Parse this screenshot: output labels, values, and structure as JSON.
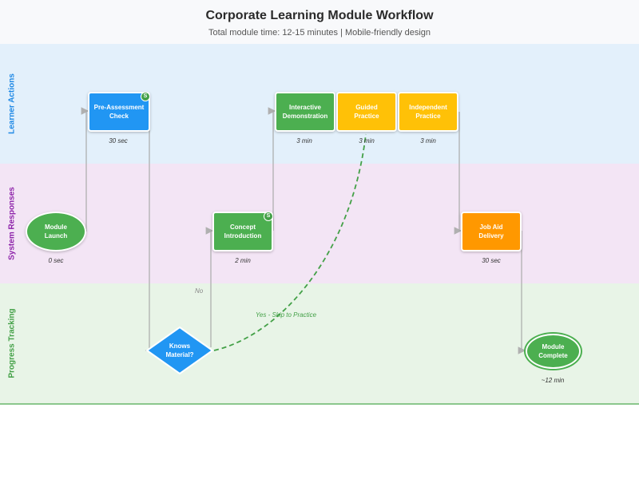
{
  "header": {
    "title": "Corporate Learning Module Workflow",
    "subtitle": "Total module time: 12-15 minutes | Mobile-friendly design"
  },
  "lanes": {
    "learner": "Learner Actions",
    "system": "System Responses",
    "progress": "Progress Tracking"
  },
  "nodes": {
    "pre_assessment": {
      "label_1": "Pre-Assessment",
      "label_2": "Check",
      "time": "30 sec",
      "badge": "S"
    },
    "interactive_demo": {
      "label_1": "Interactive",
      "label_2": "Demonstration",
      "time": "3 min"
    },
    "guided_practice": {
      "label_1": "Guided",
      "label_2": "Practice",
      "time": "3 min"
    },
    "independent_practice": {
      "label_1": "Independent",
      "label_2": "Practice",
      "time": "3 min"
    },
    "module_launch": {
      "label_1": "Module",
      "label_2": "Launch",
      "time": "0 sec"
    },
    "concept_intro": {
      "label_1": "Concept",
      "label_2": "Introduction",
      "time": "2 min",
      "badge": "S"
    },
    "job_aid": {
      "label_1": "Job Aid",
      "label_2": "Delivery",
      "time": "30 sec"
    },
    "knows_material": {
      "label_1": "Knows",
      "label_2": "Material?"
    },
    "module_complete": {
      "label_1": "Module",
      "label_2": "Complete",
      "time": "~12 min"
    }
  },
  "edges": {
    "no_label": "No",
    "yes_label": "Yes - Skip to Practice"
  },
  "colors": {
    "blue": "#2196f3",
    "green": "#4caf50",
    "amber": "#ffc107",
    "orange": "#ff9800",
    "learner_lane": "#e3f0fb",
    "system_lane": "#f3e5f5",
    "progress_lane": "#e8f4e7",
    "learner_label": "#1e88e5",
    "system_label": "#8e24aa",
    "progress_label": "#43a047"
  }
}
